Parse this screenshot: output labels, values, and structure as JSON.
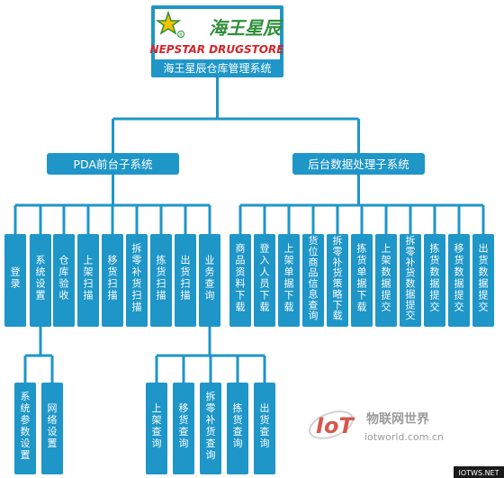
{
  "root": {
    "logo_cn": "海王星辰",
    "logo_en": "NEPSTAR DRUGSTORE",
    "logo_mark": "R",
    "title": "海王星辰仓库管理系统"
  },
  "branches": [
    {
      "label": "PDA前台子系统",
      "children": [
        "登录",
        "系统设置",
        "仓库验收",
        "上架扫描",
        "移货扫描",
        "拆零补货扫描",
        "拣货扫描",
        "出货扫描",
        "业务查询"
      ],
      "subchildren": {
        "系统设置": [
          "系统参数设置",
          "网络设置"
        ],
        "业务查询": [
          "上架查询",
          "移货查询",
          "拆零补货查询",
          "拣货查询",
          "出货查询"
        ]
      }
    },
    {
      "label": "后台数据处理子系统",
      "children": [
        "商品资料下载",
        "登入人员下载",
        "上架单据下载",
        "货位商品信息查询",
        "拆零补货策略下载",
        "拣货单据下载",
        "上架数据提交",
        "拆零补货数据提交",
        "拣货数据提交",
        "移货数据提交",
        "出货数据提交"
      ]
    }
  ],
  "watermark": {
    "logo_text": "IoT",
    "cn": "物联网世界",
    "url": "iotworld.com.cn",
    "corner": "IOTWS.NET"
  },
  "colors": {
    "box": "#1e96c8",
    "line": "#1e96c8",
    "logo_red": "#d3262b",
    "logo_green": "#2f8f3a"
  }
}
